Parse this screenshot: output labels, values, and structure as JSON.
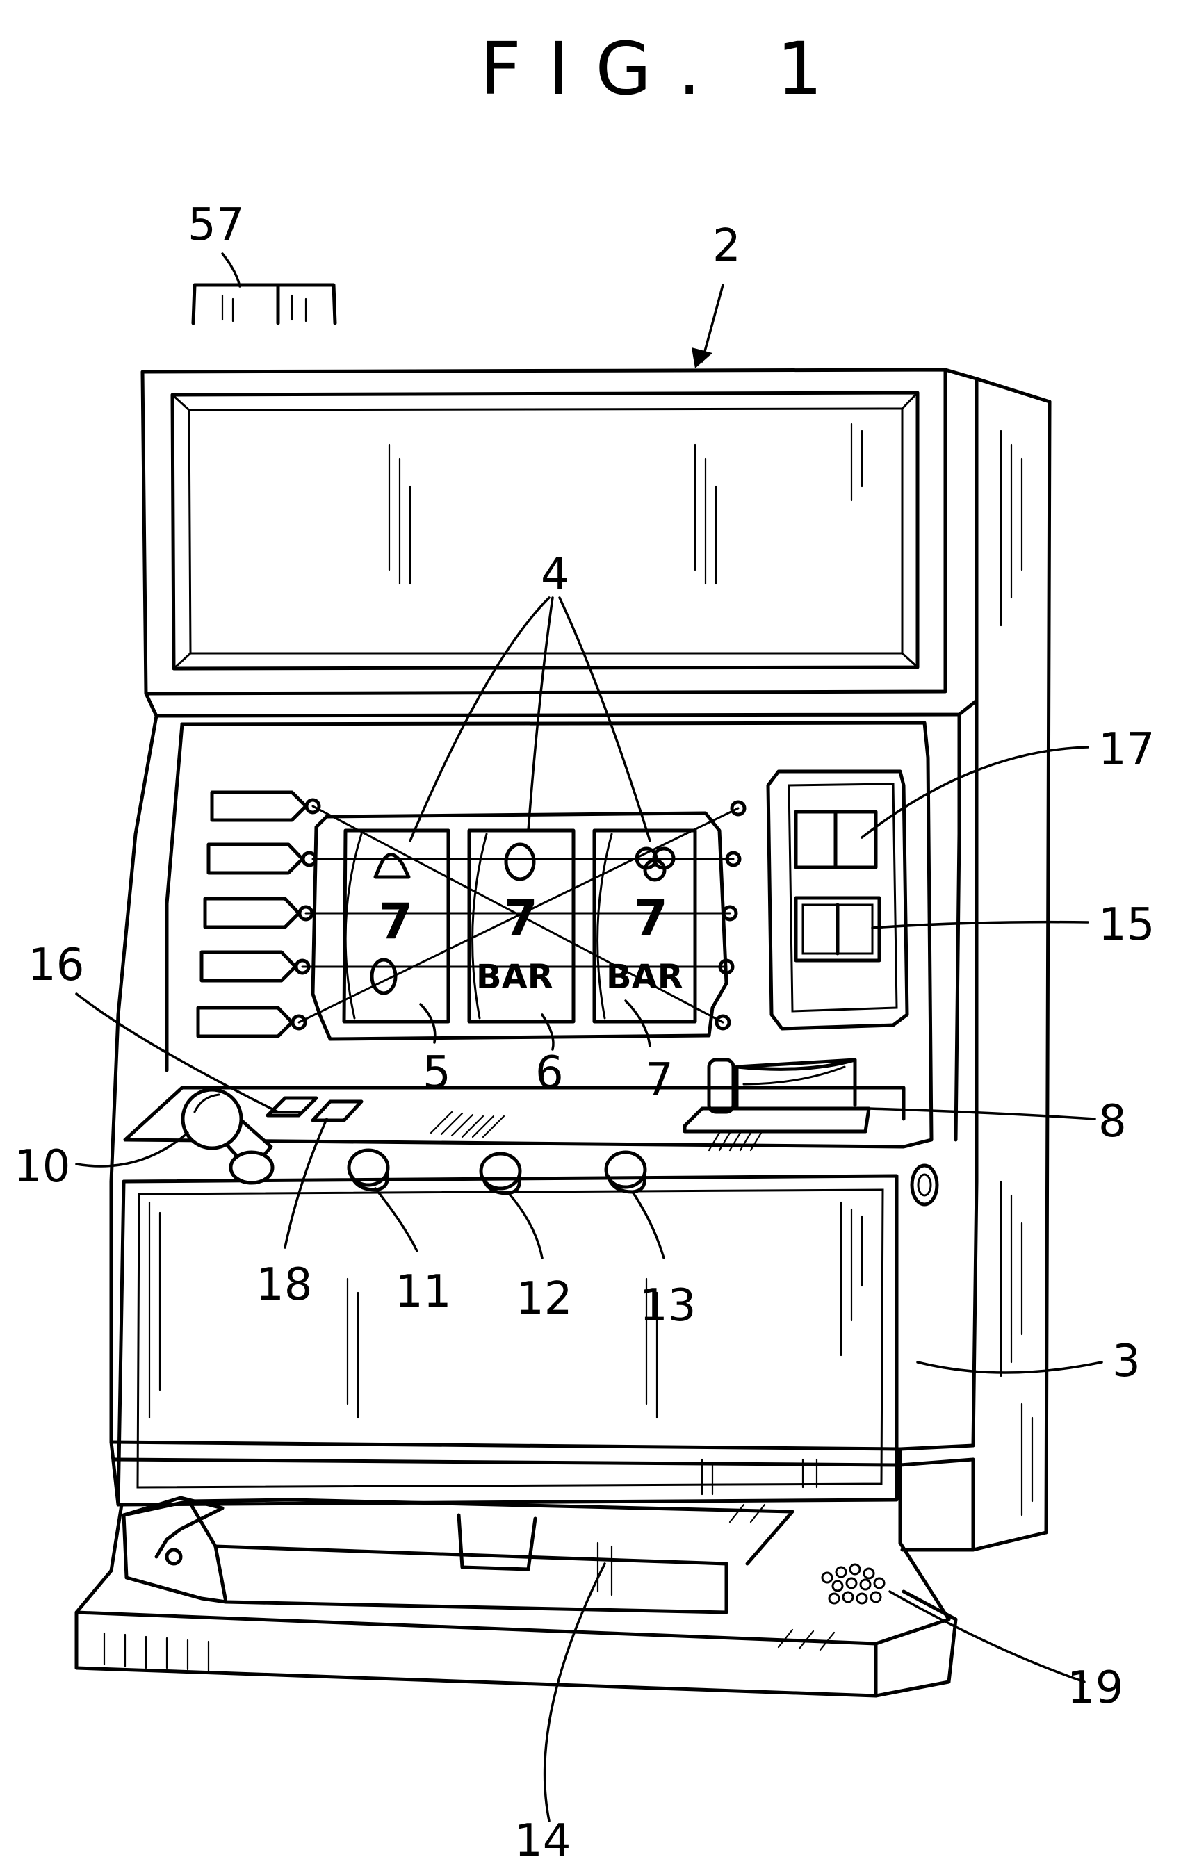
{
  "figure": {
    "title": "FIG. 1"
  },
  "reel_symbols": {
    "reel_1": [
      "7"
    ],
    "reel_2": [
      "7",
      "BAR"
    ],
    "reel_3": [
      "7",
      "BAR"
    ]
  },
  "reference_numerals": {
    "top_box": "57",
    "machine": "2",
    "cabinet": "3",
    "display_windows": "4",
    "reel_left": "5",
    "reel_center": "6",
    "reel_right": "7",
    "coin_slot": "8",
    "lever": "10",
    "stop_button_1": "11",
    "stop_button_2": "12",
    "stop_button_3": "13",
    "tray": "14",
    "display_15": "15",
    "button_16": "16",
    "display_17": "17",
    "button_18": "18",
    "speaker": "19"
  }
}
